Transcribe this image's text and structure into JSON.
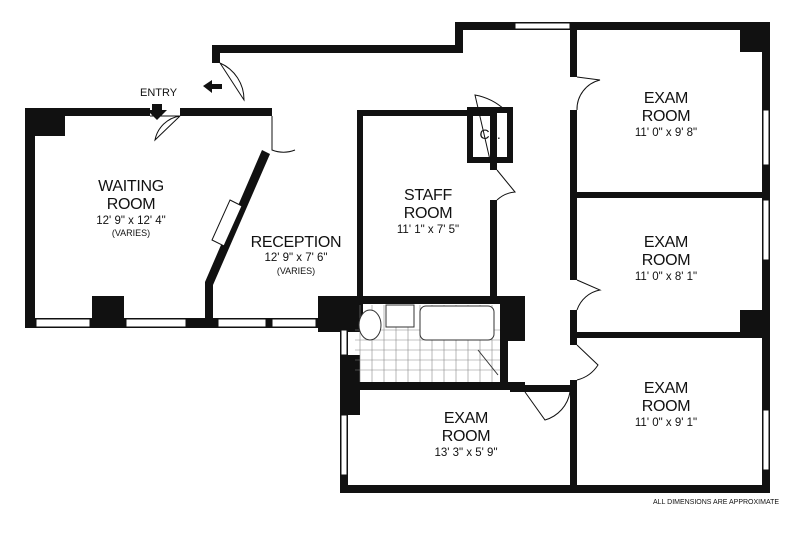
{
  "rooms": {
    "waiting": {
      "name1": "WAITING",
      "name2": "ROOM",
      "dims": "12' 9\" x 12' 4\"",
      "note": "(VARIES)"
    },
    "reception": {
      "name1": "RECEPTION",
      "dims": "12' 9\" x 7' 6\"",
      "note": "(VARIES)"
    },
    "staff": {
      "name1": "STAFF",
      "name2": "ROOM",
      "dims": "11' 1\" x 7' 5\""
    },
    "closet": {
      "name1": "CL."
    },
    "exam1": {
      "name1": "EXAM",
      "name2": "ROOM",
      "dims": "11' 0\" x 9' 8\""
    },
    "exam2": {
      "name1": "EXAM",
      "name2": "ROOM",
      "dims": "11' 0\" x 8' 1\""
    },
    "exam3": {
      "name1": "EXAM",
      "name2": "ROOM",
      "dims": "11' 0\" x 9' 1\""
    },
    "exam4": {
      "name1": "EXAM",
      "name2": "ROOM",
      "dims": "13' 3\" x 5' 9\""
    }
  },
  "entry_label": "ENTRY",
  "disclaimer": "ALL DIMENSIONS ARE APPROXIMATE",
  "colors": {
    "wall": "#111111",
    "window": "#ffffff"
  }
}
